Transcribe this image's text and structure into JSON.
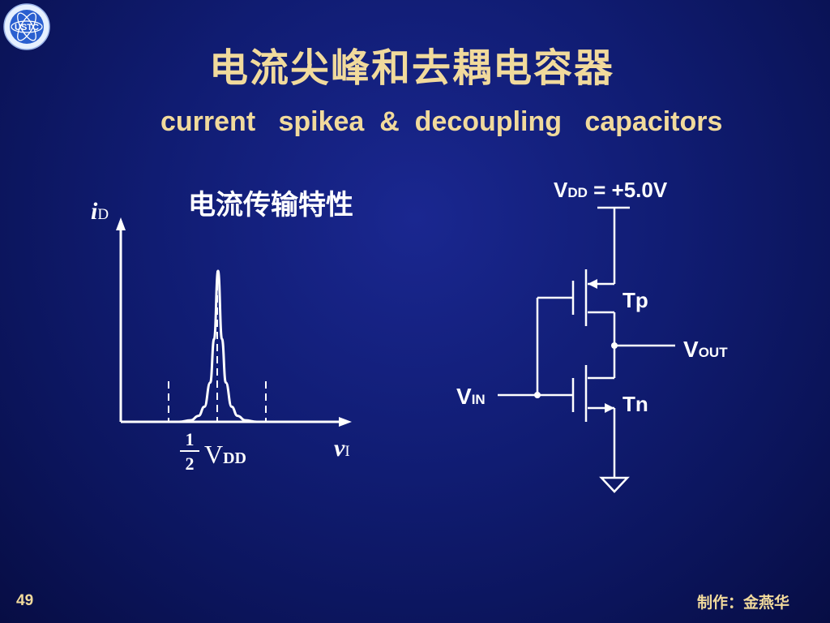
{
  "slide": {
    "title_cn": "电流尖峰和去耦电容器",
    "title_en": "current   spikea  &  decoupling   capacitors",
    "page_number": "49",
    "author": "制作：金燕华",
    "logo_text": "USTC"
  },
  "transfer_chart": {
    "title": "电流传输特性",
    "y_axis": {
      "var": "i",
      "sub": "D"
    },
    "x_axis": {
      "var": "v",
      "sub": "I"
    },
    "peak_marker": {
      "numerator": "1",
      "denominator": "2",
      "main": "V",
      "sub": "DD"
    }
  },
  "chart_data": {
    "type": "line",
    "title": "电流传输特性",
    "xlabel": "vI",
    "ylabel": "iD",
    "description_points": {
      "peak_x": "½VDD"
    },
    "series": [
      {
        "values": [
          [
            0.0,
            0
          ],
          [
            0.3,
            0
          ],
          [
            0.36,
            0.01
          ],
          [
            0.4,
            0.04
          ],
          [
            0.43,
            0.1
          ],
          [
            0.46,
            0.26
          ],
          [
            0.48,
            0.55
          ],
          [
            0.5,
            1.0
          ],
          [
            0.52,
            0.55
          ],
          [
            0.54,
            0.26
          ],
          [
            0.57,
            0.1
          ],
          [
            0.6,
            0.04
          ],
          [
            0.64,
            0.01
          ],
          [
            0.7,
            0
          ],
          [
            1.0,
            0
          ]
        ]
      }
    ],
    "grid": false,
    "legend": "none"
  },
  "circuit": {
    "vdd": {
      "main": "V",
      "sub": "DD",
      "value": " = +5.0V"
    },
    "tp": "Tp",
    "tn": "Tn",
    "vout": {
      "main": "V",
      "sub": "OUT"
    },
    "vin": {
      "main": "V",
      "sub": "IN"
    }
  },
  "colors": {
    "title": "#f1da9c",
    "foreground": "#ffffff",
    "background": "#101c72"
  }
}
